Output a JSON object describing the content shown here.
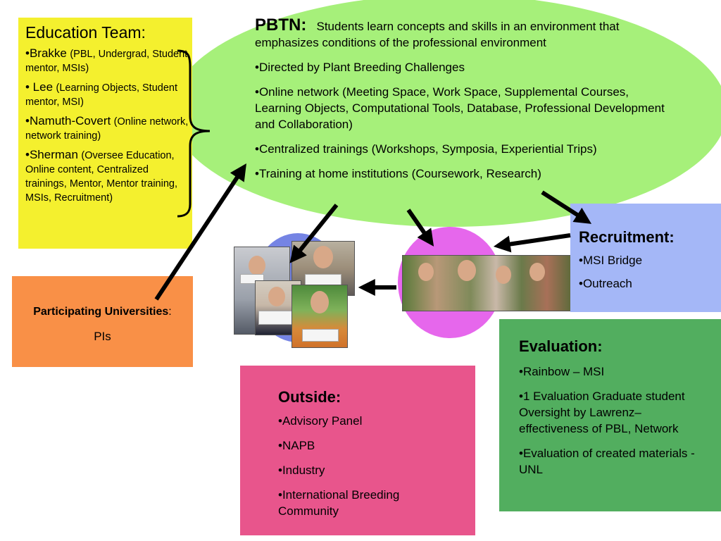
{
  "pbtn": {
    "title": "PBTN:",
    "intro": "Students learn concepts and skills in an environment that emphasizes conditions of the professional environment",
    "bullets": [
      "•Directed by Plant Breeding Challenges",
      "•Online network (Meeting Space, Work Space, Supplemental Courses, Learning Objects, Computational Tools, Database, Professional Development and Collaboration)",
      "•Centralized  trainings (Workshops, Symposia, Experiential Trips)",
      "•Training at home institutions (Coursework, Research)"
    ]
  },
  "education_team": {
    "title": "Education Team:",
    "members": [
      {
        "name": "•Brakke",
        "details": "(PBL, Undergrad, Student mentor, MSIs)"
      },
      {
        "name": "• Lee",
        "details": "(Learning Objects, Student mentor, MSI)"
      },
      {
        "name": "•Namuth-Covert",
        "details": "(Online network, network training)"
      },
      {
        "name": "•Sherman",
        "details": "(Oversee Education, Online content, Centralized trainings, Mentor, Mentor training, MSIs, Recruitment)"
      }
    ]
  },
  "universities": {
    "title": "Participating Universities",
    "colon": ":",
    "subtitle": "PIs"
  },
  "recruitment": {
    "title": "Recruitment:",
    "items": [
      "•MSI Bridge",
      "•Outreach"
    ]
  },
  "evaluation": {
    "title": "Evaluation:",
    "items": [
      "•Rainbow – MSI",
      "•1 Evaluation Graduate student Oversight by Lawrenz– effectiveness of PBL, Network",
      "•Evaluation of created materials -UNL"
    ]
  },
  "outside": {
    "title": "Outside:",
    "items": [
      "•Advisory Panel",
      "•NAPB",
      "•Industry",
      "•International Breeding Community"
    ]
  },
  "colors": {
    "ellipse": "#a6f07a",
    "education_team": "#f4f02e",
    "universities": "#f99047",
    "recruitment": "#a4b7f7",
    "evaluation": "#52ae5f",
    "outside": "#e8558c",
    "circle_blue": "#7584e4",
    "circle_pink": "#e667ec"
  }
}
